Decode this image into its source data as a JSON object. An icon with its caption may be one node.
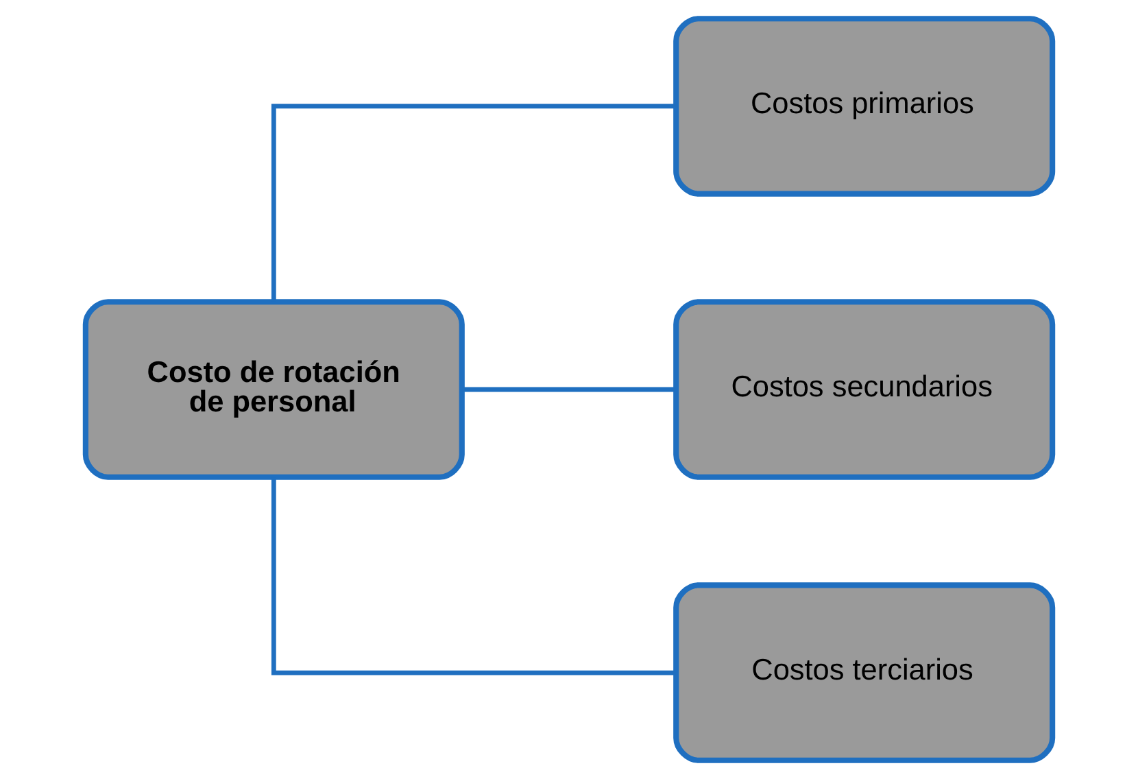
{
  "diagram": {
    "nodes": [
      {
        "text": [
          "Costo de rotación de personal"
        ]
      },
      {
        "text": [
          "Costos primarios"
        ]
      },
      {
        "text": [
          "Costos secundarios"
        ]
      },
      {
        "text": [
          "Costos terciarios"
        ]
      }
    ],
    "edges": [
      {
        "from": 0,
        "to": 1,
        "arrow": "none"
      },
      {
        "from": 0,
        "to": 2,
        "arrow": "none"
      },
      {
        "from": 0,
        "to": 3,
        "arrow": "none"
      }
    ]
  }
}
